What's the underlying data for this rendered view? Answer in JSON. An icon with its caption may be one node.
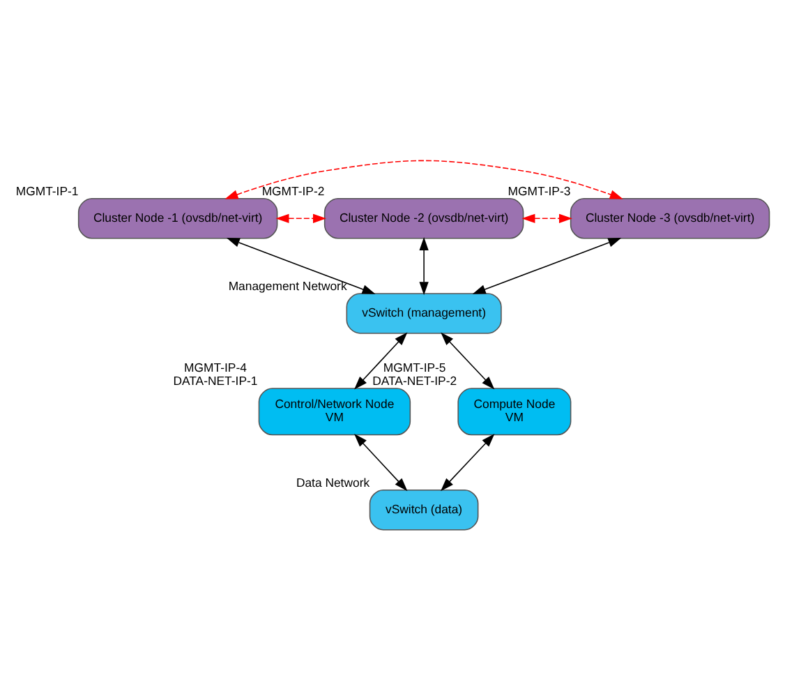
{
  "diagram": {
    "nodes": [
      {
        "text": [
          "Cluster Node -1 (ovsdb/net-virt)"
        ],
        "beside": [
          "MGMT-IP-1"
        ]
      },
      {
        "text": [
          "Cluster Node -2 (ovsdb/net-virt)"
        ],
        "beside": [
          "MGMT-IP-2"
        ]
      },
      {
        "text": [
          "Cluster Node -3 (ovsdb/net-virt)"
        ],
        "beside": [
          "MGMT-IP-3"
        ]
      },
      {
        "text": [
          "vSwitch (management)"
        ],
        "beside": [
          "Management Network"
        ]
      },
      {
        "text": [
          "Control/Network Node",
          "VM"
        ],
        "beside": [
          "MGMT-IP-4",
          "DATA-NET-IP-1"
        ]
      },
      {
        "text": [
          "Compute Node",
          "VM"
        ],
        "beside": [
          "MGMT-IP-5",
          "DATA-NET-IP-2"
        ]
      },
      {
        "text": [
          "vSwitch (data)"
        ],
        "beside": [
          "Data Network"
        ]
      }
    ],
    "edges": [
      {
        "from": 0,
        "to": 2,
        "arrow": "both",
        "style": "dashed",
        "color": "#ff0000"
      },
      {
        "from": 0,
        "to": 1,
        "arrow": "both",
        "style": "dashed",
        "color": "#ff0000"
      },
      {
        "from": 1,
        "to": 2,
        "arrow": "both",
        "style": "dashed",
        "color": "#ff0000"
      },
      {
        "from": 0,
        "to": 3,
        "arrow": "both"
      },
      {
        "from": 1,
        "to": 3,
        "arrow": "both"
      },
      {
        "from": 2,
        "to": 3,
        "arrow": "both"
      },
      {
        "from": 3,
        "to": 4,
        "arrow": "both"
      },
      {
        "from": 3,
        "to": 5,
        "arrow": "both"
      },
      {
        "from": 4,
        "to": 6,
        "arrow": "both"
      },
      {
        "from": 5,
        "to": 6,
        "arrow": "both"
      }
    ]
  }
}
